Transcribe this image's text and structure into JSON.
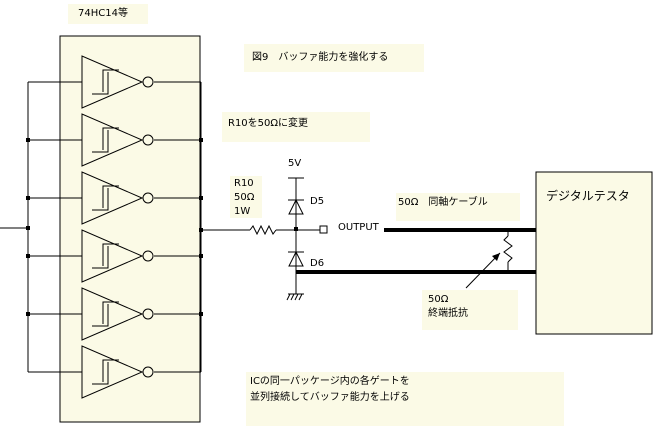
{
  "ic_label": "74HC14等",
  "figure_title": "図9　バッファ能力を強化する",
  "r10_change_note": "R10を50Ωに変更",
  "supply_label": "5V",
  "resistor": {
    "name": "R10",
    "value": "50Ω",
    "power": "1W"
  },
  "diode_top": "D5",
  "diode_bottom": "D6",
  "output_label": "OUTPUT",
  "cable_label": "50Ω　同軸ケーブル",
  "tester_label": "デジタルテスタ",
  "termination": {
    "line1": "50Ω",
    "line2": "終端抵抗"
  },
  "note": {
    "line1": "ICの同一パッケージ内の各ゲートを",
    "line2": "並列接続してバッファ能力を上げる"
  },
  "colors": {
    "note_bg": "#fbfae6",
    "ic_body": "#fbfae6",
    "line": "#000000"
  }
}
